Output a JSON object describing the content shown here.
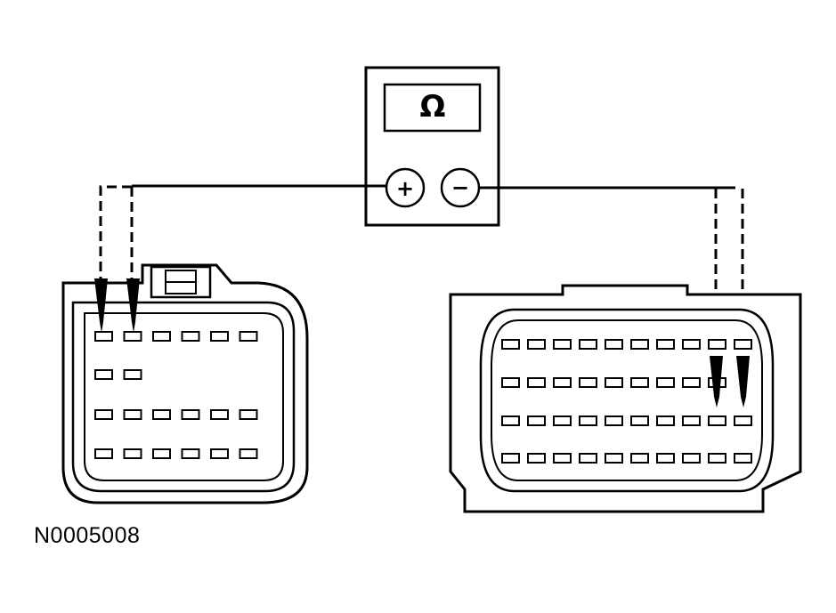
{
  "meter": {
    "display_symbol": "Ω",
    "positive_terminal": "+",
    "negative_terminal": "−"
  },
  "figure_id": "N0005008",
  "left_connector": {
    "rows": [
      6,
      2,
      6,
      6
    ]
  },
  "right_connector": {
    "rows": [
      10,
      9,
      10,
      10
    ]
  }
}
